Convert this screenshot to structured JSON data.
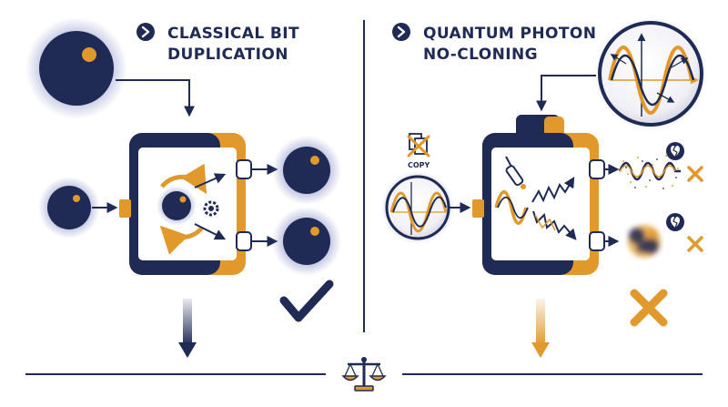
{
  "left_section": {
    "heading_line1": "CLASSICAL BIT",
    "heading_line2": "DUPLICATION"
  },
  "right_section": {
    "heading_line1": "QUANTUM PHOTON",
    "heading_line2": "NO-CLONING",
    "copy_label": "COPY"
  },
  "colors": {
    "navy": "#1f2a55",
    "gold": "#e0992a",
    "background": "#ffffff"
  },
  "icons": [
    "chevron-right-icon",
    "checkmark-icon",
    "cross-icon",
    "broken-heart-icon",
    "gear-icon",
    "balance-scale-icon"
  ]
}
